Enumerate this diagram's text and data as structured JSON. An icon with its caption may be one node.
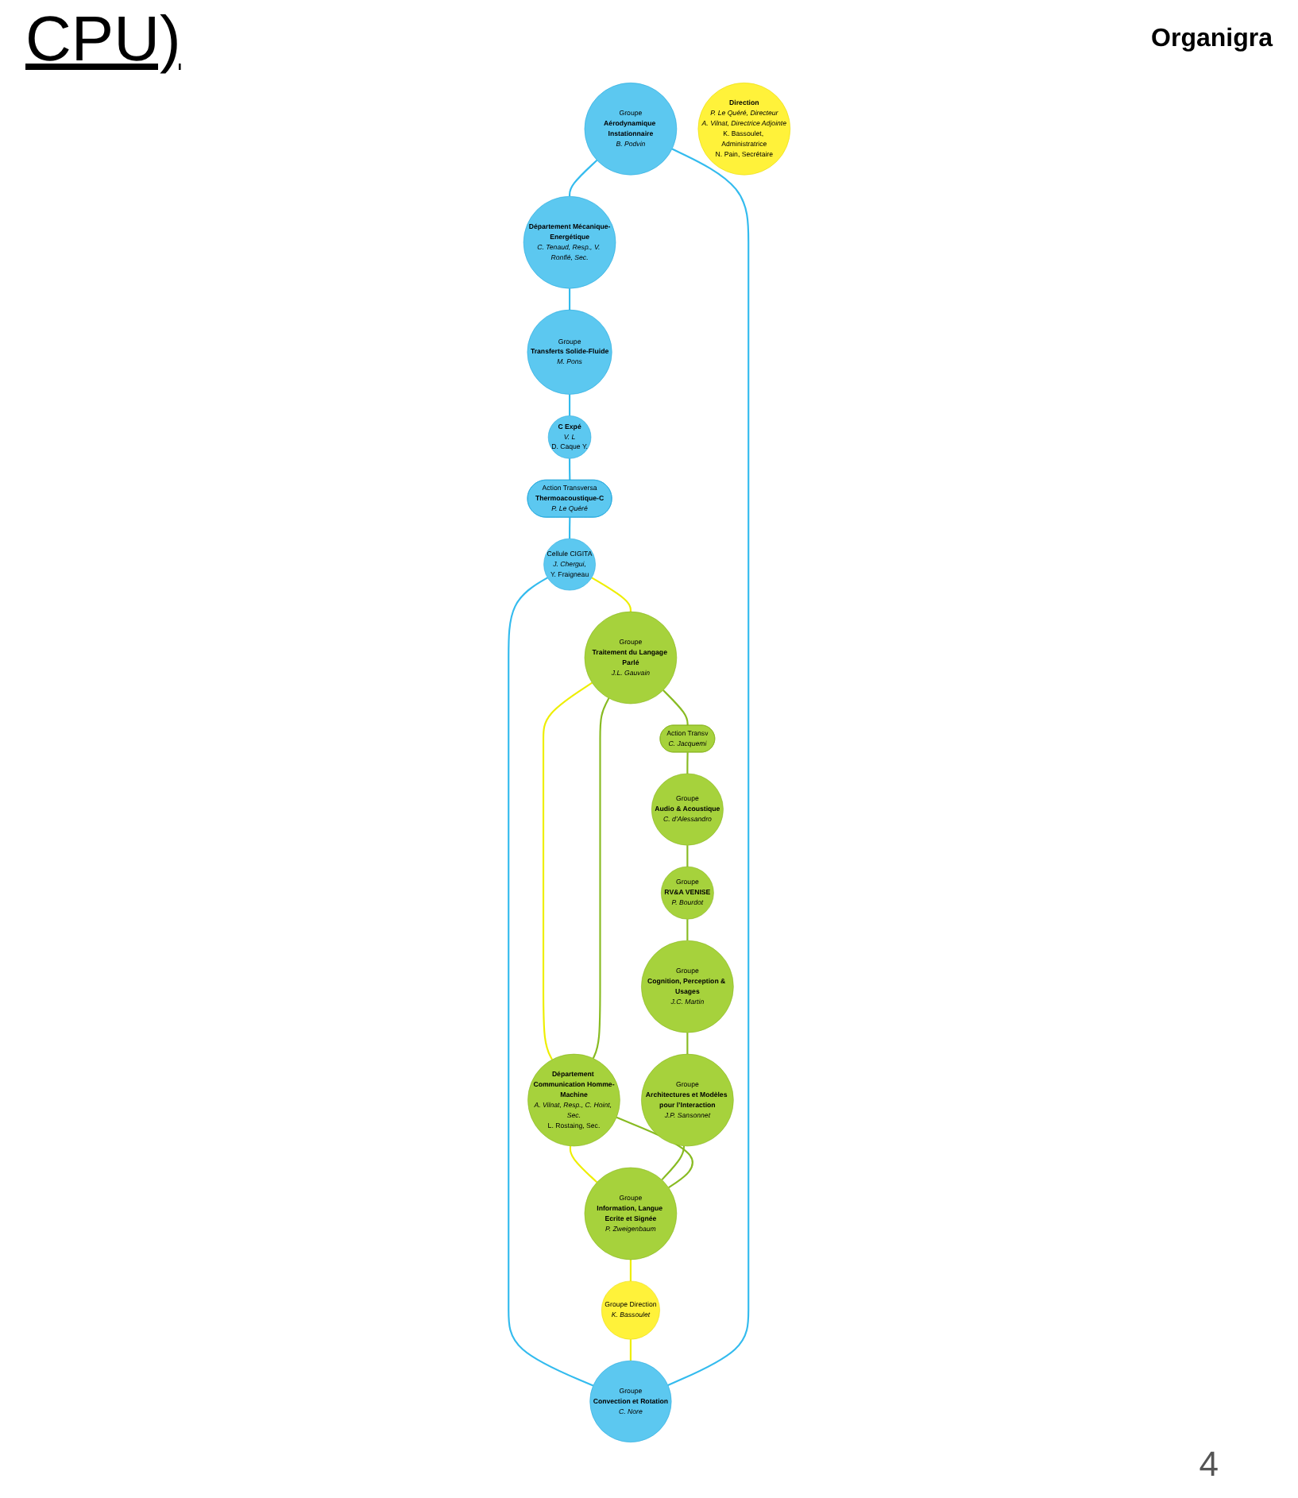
{
  "diagram": {
    "nodes": [
      {
        "text": [
          "Groupe",
          "Aérodynamique Instationnaire",
          "B. Podvin"
        ]
      },
      {
        "text": [
          "Département Mécanique-Energétique",
          "C. Tenaud, Resp., V. Ronflé, Sec."
        ]
      },
      {
        "text": [
          "Groupe",
          "Transferts Solide-Fluide",
          "M. Pons"
        ]
      },
      {
        "text": [
          "C Expé",
          "V. L",
          "D. Caque Y."
        ]
      },
      {
        "text": [
          "Groupe",
          "Convection et Rotation",
          "C. Nore"
        ]
      },
      {
        "text": [
          "Action Transversa",
          "Thermoacoustique-C",
          "P. Le Quéré"
        ]
      },
      {
        "text": [
          "Cellule CIGITA",
          "J. Chergui,",
          "Y. Fraigneau"
        ]
      },
      {
        "text": [
          "Groupe Direction",
          "K. Bassoulet"
        ]
      },
      {
        "text": [
          "Direction",
          "P. Le Quéré, Directeur",
          "A. Vilnat, Directrice Adjointe",
          "K. Bassoulet, Administratrice",
          "N. Pain, Secrétaire"
        ]
      },
      {
        "text": [
          "Groupe",
          "Information, Langue Ecrite et Signée",
          "P. Zweigenbaum"
        ]
      },
      {
        "text": [
          "Département Communication Homme-Machine",
          "A. Vilnat, Resp., C. Hoint, Sec.",
          "L. Rostaing, Sec."
        ]
      },
      {
        "text": [
          "Groupe",
          "Traitement du Langage Parlé",
          "J.L. Gauvain"
        ]
      },
      {
        "text": [
          "Action Transv",
          "C. Jacquemi"
        ]
      },
      {
        "text": [
          "Groupe",
          "Architectures et Modèles pour l’Interaction",
          "J.P. Sansonnet"
        ]
      },
      {
        "text": [
          "Groupe",
          "Cognition, Perception & Usages",
          "J.C. Martin"
        ]
      },
      {
        "text": [
          "Groupe",
          "RV&A VENISE",
          "P. Bourdot"
        ]
      },
      {
        "text": [
          "Groupe",
          "Audio & Acoustique",
          "C. d’Alessandro"
        ]
      }
    ],
    "edges": [
      {
        "from": 0,
        "to": 1,
        "arrow": "none",
        "color": "#33bbee"
      },
      {
        "from": 1,
        "to": 2,
        "arrow": "none",
        "color": "#33bbee"
      },
      {
        "from": 2,
        "to": 3,
        "arrow": "none",
        "color": "#33bbee"
      },
      {
        "from": 3,
        "to": 5,
        "arrow": "none",
        "color": "#33bbee"
      },
      {
        "from": 5,
        "to": 6,
        "arrow": "none",
        "color": "#33bbee"
      },
      {
        "from": 6,
        "to": 4,
        "arrow": "none",
        "color": "#33bbee"
      },
      {
        "from": 4,
        "to": 0,
        "arrow": "none",
        "color": "#33bbee"
      },
      {
        "from": 7,
        "to": 4,
        "arrow": "none",
        "color": "#eeee00"
      },
      {
        "from": 6,
        "to": 11,
        "arrow": "none",
        "color": "#eeee00"
      },
      {
        "from": 11,
        "to": 10,
        "arrow": "none",
        "color": "#eeee00"
      },
      {
        "from": 10,
        "to": 9,
        "arrow": "none",
        "color": "#eeee00"
      },
      {
        "from": 9,
        "to": 7,
        "arrow": "none",
        "color": "#eeee00"
      },
      {
        "from": 9,
        "to": 10,
        "arrow": "none"
      },
      {
        "from": 10,
        "to": 11,
        "arrow": "none"
      },
      {
        "from": 11,
        "to": 12,
        "arrow": "none"
      },
      {
        "from": 12,
        "to": 16,
        "arrow": "none"
      },
      {
        "from": 16,
        "to": 15,
        "arrow": "none"
      },
      {
        "from": 15,
        "to": 14,
        "arrow": "none"
      },
      {
        "from": 14,
        "to": 13,
        "arrow": "none"
      },
      {
        "from": 13,
        "to": 9,
        "arrow": "none"
      }
    ],
    "labels": [
      "Organigra",
      "CPU)",
      "4"
    ]
  }
}
